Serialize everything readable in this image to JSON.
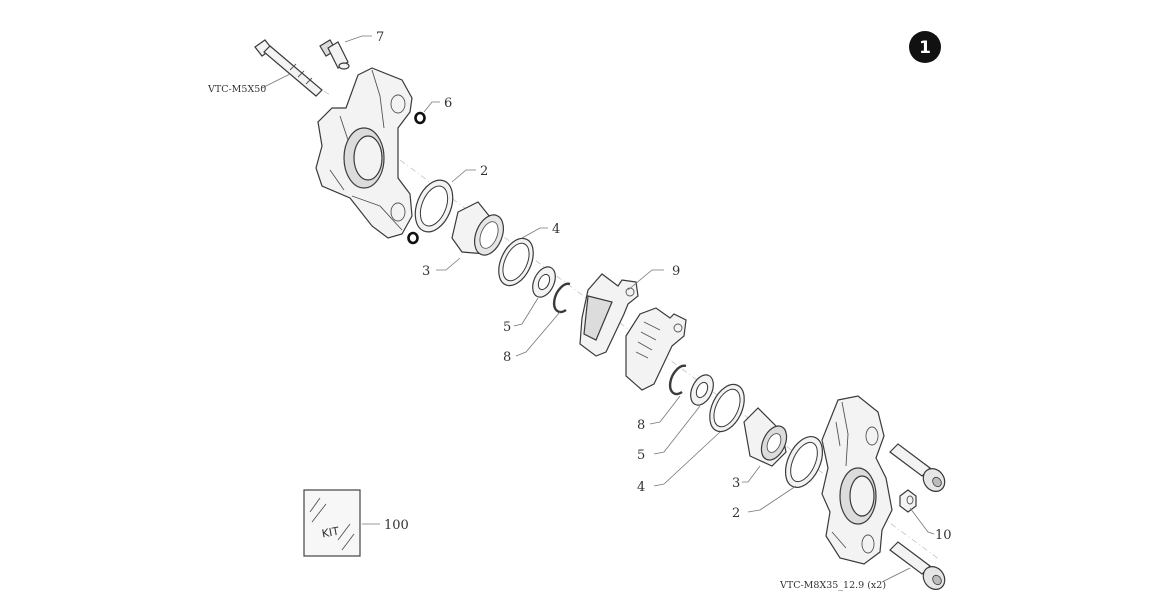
{
  "page_badge": "1",
  "labels": {
    "p2a": "2",
    "p2b": "2",
    "p3a": "3",
    "p3b": "3",
    "p4a": "4",
    "p4b": "4",
    "p5a": "5",
    "p5b": "5",
    "p6": "6",
    "p7": "7",
    "p8a": "8",
    "p8b": "8",
    "p9": "9",
    "p10": "10",
    "p100": "100"
  },
  "refs": {
    "bolt_top": "VTC-M5X50",
    "bolt_bottom": "VTC-M8X35_12.9 (x2)"
  },
  "kit_text": "KIT"
}
